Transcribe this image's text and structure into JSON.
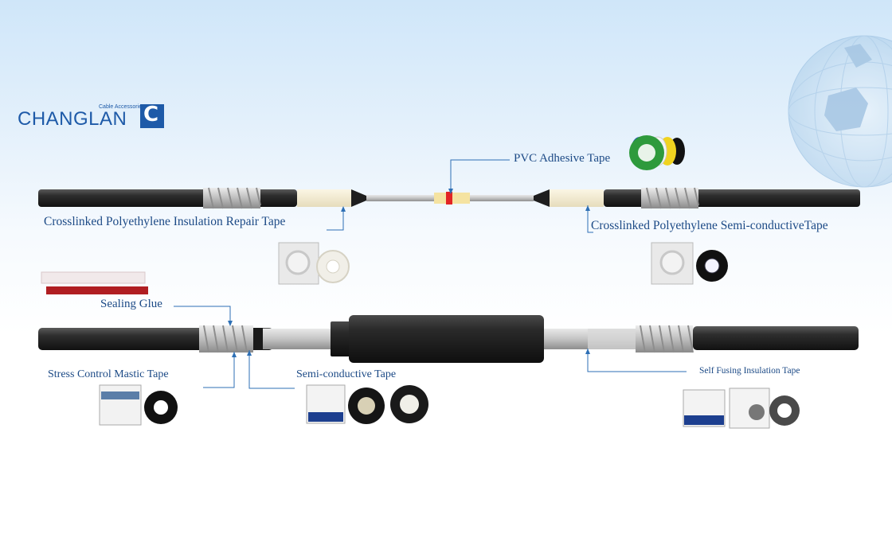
{
  "brand": {
    "name": "CHANGLAN",
    "tagline": "Cable Accessories",
    "mark": "C",
    "color": "#1e5aa8"
  },
  "labels": {
    "pvc_tape": "PVC Adhesive Tape",
    "xlpe_repair": "Crosslinked Polyethylene Insulation Repair Tape",
    "xlpe_semi": "Crosslinked Polyethylene Semi-conductiveTape",
    "sealing_glue": "Sealing Glue",
    "stress_control": "Stress Control Mastic Tape",
    "semi_conductive": "Semi-conductive Tape",
    "self_fusing": "Self Fusing  Insulation Tape"
  },
  "colors": {
    "label_text": "#1c4a86",
    "leader_line": "#2d6fb5",
    "cable_black": "#2a2a2a"
  }
}
